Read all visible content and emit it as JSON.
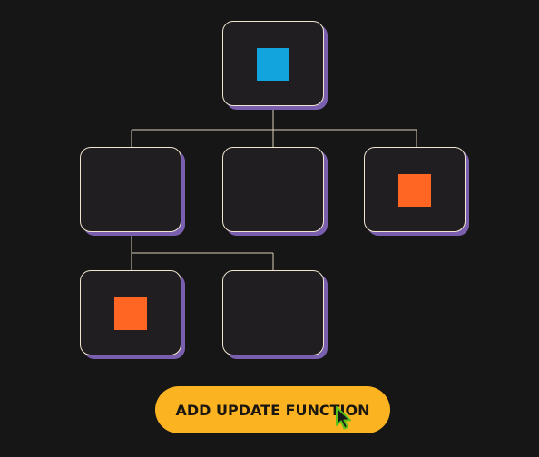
{
  "colors": {
    "background": "#171616",
    "node_fill": "#201e20",
    "node_border": "#efe6cf",
    "node_shadow": "#7a5fae",
    "connector": "#d8cfbb",
    "button_fill": "#fbb322",
    "button_text": "#1b1710",
    "cursor": "#5ac21b"
  },
  "tree": {
    "root": {
      "marker": "square",
      "marker_color": "#12a5dd"
    },
    "level1": [
      {
        "marker": "none"
      },
      {
        "marker": "none"
      },
      {
        "marker": "square",
        "marker_color": "#ff6623"
      }
    ],
    "level2": [
      {
        "marker": "square",
        "marker_color": "#ff6623"
      },
      {
        "marker": "none"
      }
    ]
  },
  "action": {
    "label": "ADD UPDATE FUNCTION"
  },
  "cursor": {
    "icon": "arrow-pointer-icon"
  }
}
